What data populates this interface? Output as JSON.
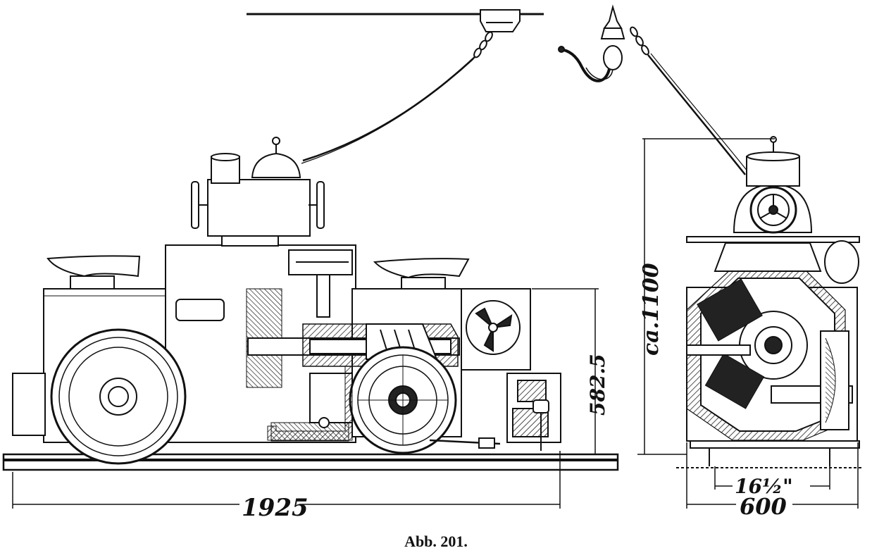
{
  "figure": {
    "caption": "Abb. 201.",
    "dimensions": {
      "length": "1925",
      "height_side": "582.5",
      "height_front": "ca.1100",
      "gauge": "16½\"",
      "width": "600"
    }
  }
}
